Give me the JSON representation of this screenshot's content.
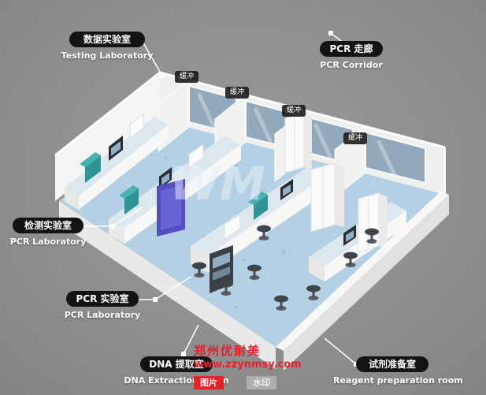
{
  "scene": {
    "description": "3D isometric floor plan of a PCR laboratory suite",
    "background_color": "#8f8f8f",
    "floor_color": "#b4d0e4",
    "wall_color": "#f3f3f1",
    "window_color": "#92a9bb",
    "door_color": "#544dc3",
    "equipment_teal": "#2f9494",
    "watermark_red": "#e62129"
  },
  "callouts": [
    {
      "zh": "数据实验室",
      "en": "Testing Laboratory"
    },
    {
      "zh": "PCR 走廊",
      "en": "PCR Corridor"
    },
    {
      "zh": "检测实验室",
      "en": "PCR Laboratory"
    },
    {
      "zh": "PCR 实验室",
      "en": "PCR Laboratory"
    },
    {
      "zh": "DNA 提取室",
      "en": "DNA Extraction Room"
    },
    {
      "zh": "试剂准备室",
      "en": "Reagent preparation room"
    }
  ],
  "buffer_tags": [
    {
      "label": "缓冲"
    },
    {
      "label": "缓冲"
    },
    {
      "label": "缓冲"
    },
    {
      "label": "缓冲"
    }
  ],
  "watermark": {
    "center_mark": "WM",
    "company": "郑州优耐美",
    "website": "www.zzynmsy.com",
    "badge_left": "图片",
    "badge_right": "水印"
  }
}
